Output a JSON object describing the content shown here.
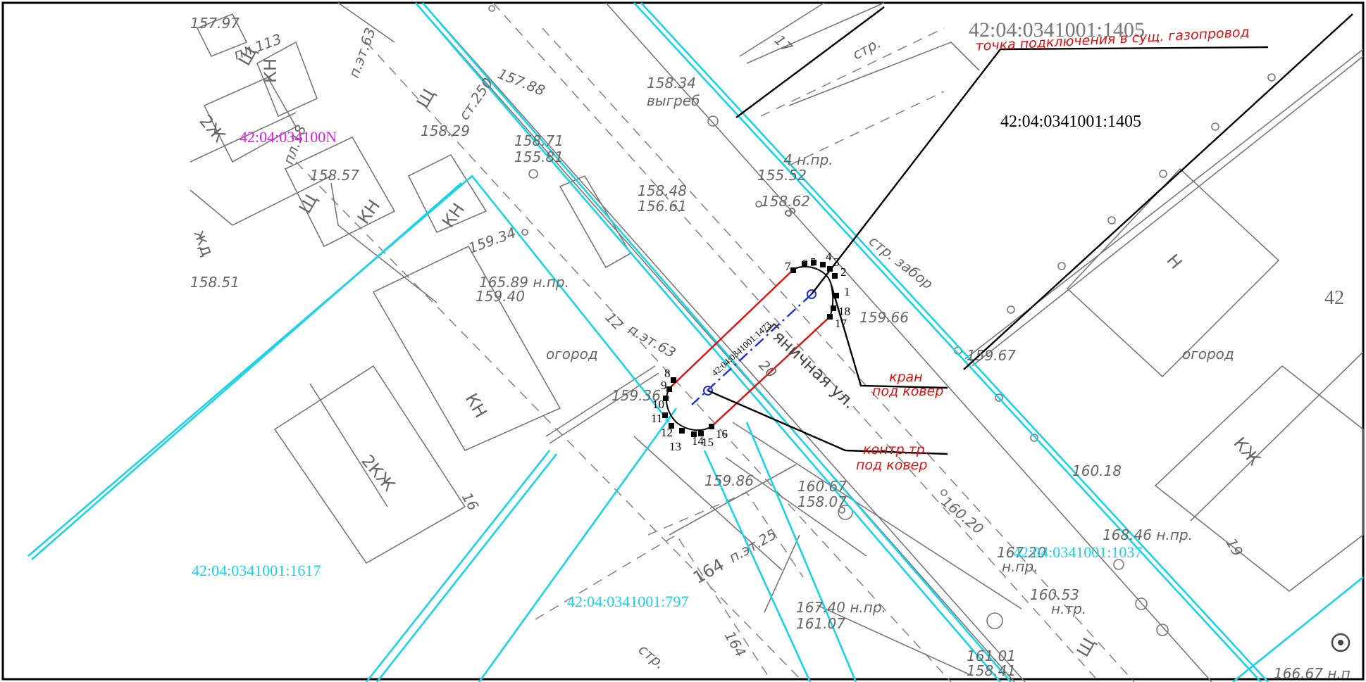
{
  "colors": {
    "cadastral_boundary": "#19d3e6",
    "gas_pipe": "#1e2fd8",
    "project_boundary": "#e01010",
    "leader": "#000000",
    "annotation_red": "#e01010",
    "parcel_magenta": "#e21ee2"
  },
  "parcels": {
    "top": "42:04:0341001:1405",
    "top_right": "42:04:0341001:1405",
    "left_magenta": "42:04:034100N",
    "bottom_left": "42:04:0341001:1617",
    "bottom_center": "42:04:0341001:797",
    "bottom_right": "42:04:0341001:1037",
    "right_edge": "42",
    "road_strip": "42:04:0341001:1473"
  },
  "annotations": {
    "connection_point": "точка подключения в сущ. газопровод",
    "valve_line1": "кран",
    "valve_line2": "под ковер",
    "control_line1": "контр.тр.",
    "control_line2": "под ковер"
  },
  "street": {
    "name": "Гяничная ул."
  },
  "elevations": {
    "e1": "157.97",
    "e2": "157.88",
    "e3": "158.34",
    "e4": "158.29",
    "e5": "158.71",
    "e6": "155.81",
    "e7": "158.57",
    "e8": "158.48",
    "e9": "156.61",
    "e10": "158.62",
    "e11": "159.34",
    "e12": "158.51",
    "e13": "165.89 н.пр.",
    "e14": "159.40",
    "e15": "159.66",
    "e16": "159.67",
    "e17": "159.36",
    "e18": "160.18",
    "e19": "159.86",
    "e20": "160.67",
    "e21": "158.07",
    "e22": "160.20",
    "e23": "168.46 н.пр.",
    "e24": "167.40 н.пр.",
    "e25": "161.07",
    "e26": "160.53",
    "e27": "161.01",
    "e28": "158.41",
    "e29": "166.67 н.п",
    "e30": "167.20",
    "e31": "155.52"
  },
  "labels": {
    "vygreb": "выгреб",
    "str_top": "стр.",
    "str_bottom": "стр.",
    "str_zabor": "стр. забор",
    "ogorod_left": "огород",
    "ogorod_right": "огород",
    "n_pr_top": "4 н.пр.",
    "n_pr_bottom": "н.пр.",
    "n_tr": "н.тр.",
    "st250": "ст.250",
    "p_et63_top": "п.эт.63",
    "p_et63_mid": "п.эт.63",
    "p_et25": "п.эт.25",
    "pl113": "пл.113",
    "pl18": "пл.18",
    "n12": "12",
    "n16": "16",
    "n164": "164",
    "n164b": "164",
    "n19": "19",
    "n17": "17",
    "n8": "8",
    "n20": "20"
  },
  "buildings": {
    "kn1": "КН",
    "kn2": "КН",
    "kn3": "КН",
    "kn4": "КН",
    "sh1": "Щ",
    "sh2": "Щ",
    "sh3": "Щ",
    "sh4": "Щ",
    "zh2": "2Ж",
    "kzh2": "2КЖ",
    "n_bld": "Н",
    "kzh": "КЖ",
    "zhd": "жд"
  },
  "points": [
    "1",
    "2",
    "3",
    "4",
    "5",
    "6",
    "7",
    "8",
    "9",
    "10",
    "11",
    "12",
    "13",
    "14",
    "15",
    "16",
    "17",
    "18"
  ]
}
